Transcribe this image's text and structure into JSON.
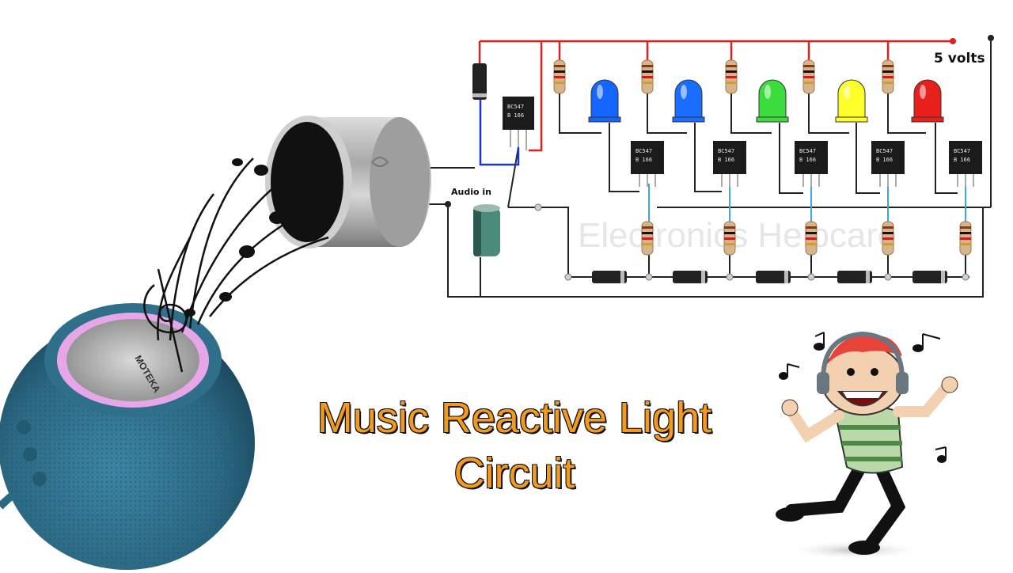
{
  "title": {
    "line1": "Music Reactive Light",
    "line2": "Circuit"
  },
  "labels": {
    "supply": "5 volts",
    "input": "Audio in"
  },
  "speaker_brand": "MOTEKA",
  "transistor_marking": {
    "line1": "BC547",
    "line2": "B 166"
  },
  "watermark": "Electronics Helpcare",
  "led_colors": [
    "#1565ff",
    "#1a6dff",
    "#3ddc3d",
    "#ffff2a",
    "#e8201c"
  ],
  "colors": {
    "title_fill": "#f29a1d",
    "positive_rail": "#e32020",
    "signal_wire": "#1a37d6",
    "speaker_body": "#2f6f8a",
    "speaker_ring": "#e7a6e8"
  }
}
